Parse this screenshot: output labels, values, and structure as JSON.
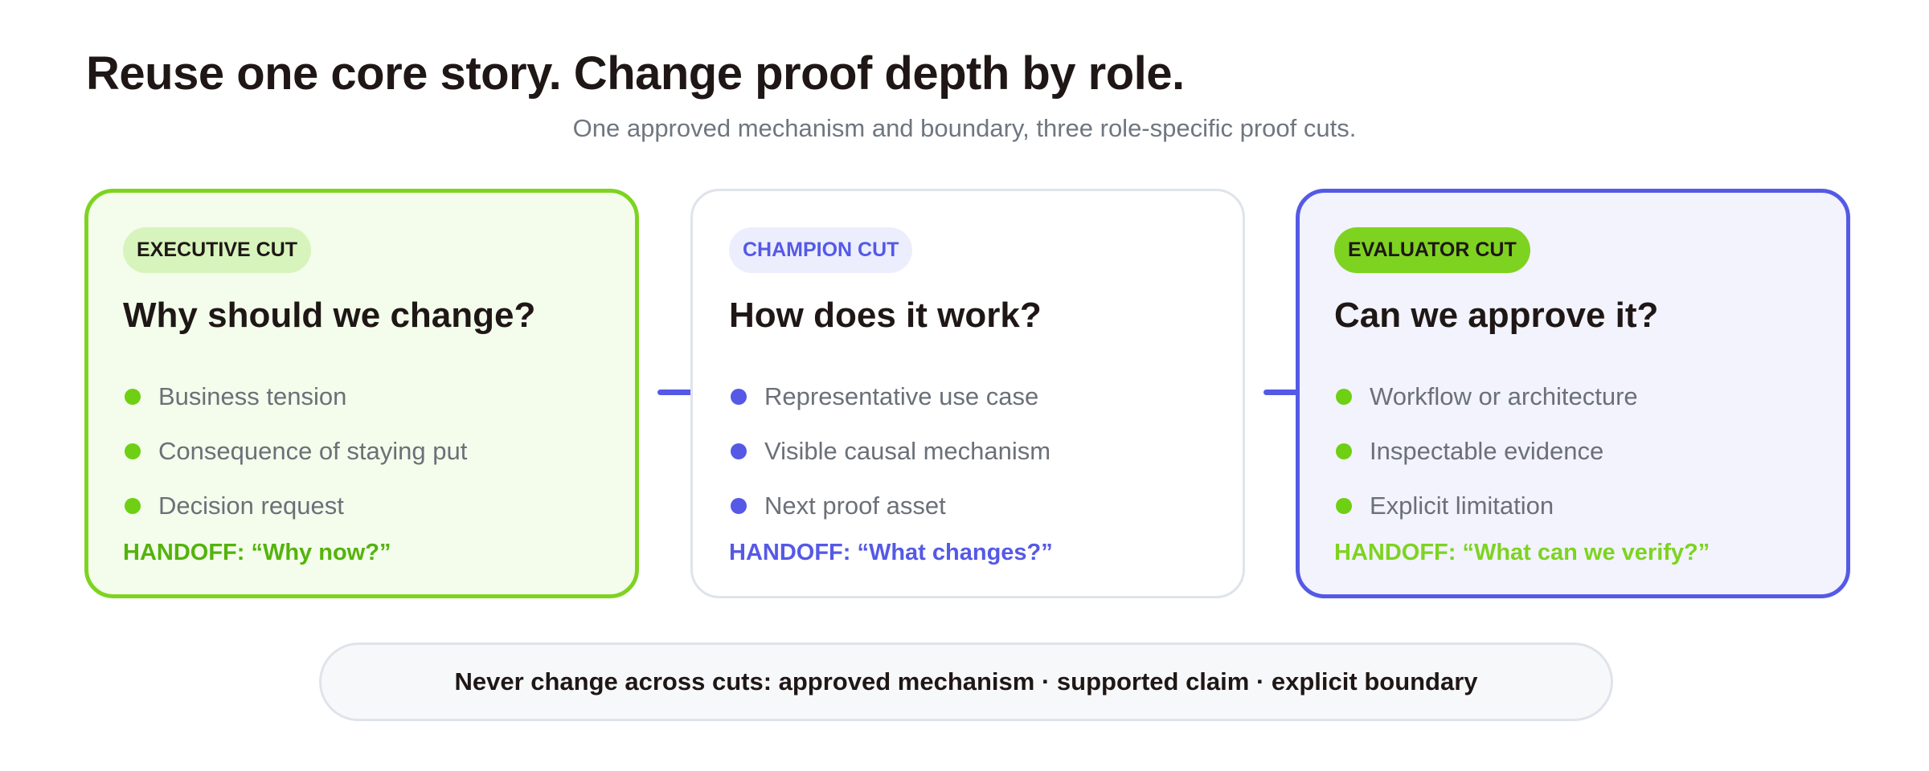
{
  "title": "Reuse one core story. Change proof depth by role.",
  "subtitle": "One approved mechanism and boundary, three role-specific proof cuts.",
  "cards": [
    {
      "badge": "EXECUTIVE CUT",
      "question": "Why should we change?",
      "items": [
        "Business tension",
        "Consequence of staying put",
        "Decision request"
      ],
      "handoff": "HANDOFF: “Why now?”"
    },
    {
      "badge": "CHAMPION CUT",
      "question": "How does it work?",
      "items": [
        "Representative use case",
        "Visible causal mechanism",
        "Next proof asset"
      ],
      "handoff": "HANDOFF: “What changes?”"
    },
    {
      "badge": "EVALUATOR CUT",
      "question": "Can we approve it?",
      "items": [
        "Workflow or architecture",
        "Inspectable evidence",
        "Explicit limitation"
      ],
      "handoff": "HANDOFF: “What can we verify?”"
    }
  ],
  "footer": "Never change across cuts: approved mechanism · supported claim · explicit boundary",
  "colors": {
    "green": "#7ed321",
    "indigo": "#5559e6",
    "text_dark": "#1f1716",
    "text_muted": "#6b7078"
  }
}
